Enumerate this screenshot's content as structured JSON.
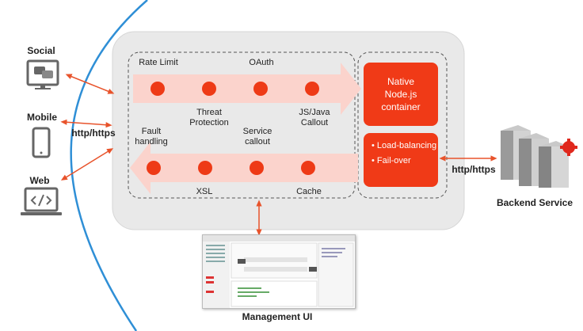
{
  "clients": {
    "social": "Social",
    "mobile": "Mobile",
    "web": "Web",
    "protocol": "http/https"
  },
  "gateway": {
    "inbound_policies": [
      "Rate Limit",
      "OAuth",
      "Threat Protection",
      "JS/Java Callout"
    ],
    "outbound_policies": [
      "Fault handling",
      "Service callout",
      "XSL",
      "Cache"
    ],
    "native_container": "Native Node.js container",
    "load_balancing": "Load-balancing",
    "failover": "Fail-over"
  },
  "backend": {
    "protocol": "http/https",
    "label": "Backend Service"
  },
  "management": {
    "label": "Management UI"
  },
  "colors": {
    "accent": "#f03a17",
    "arrow": "#e8532b",
    "flow_band": "#fbd3cc",
    "curve": "#2f8fd6",
    "gateway_bg": "#e9e9e9"
  }
}
